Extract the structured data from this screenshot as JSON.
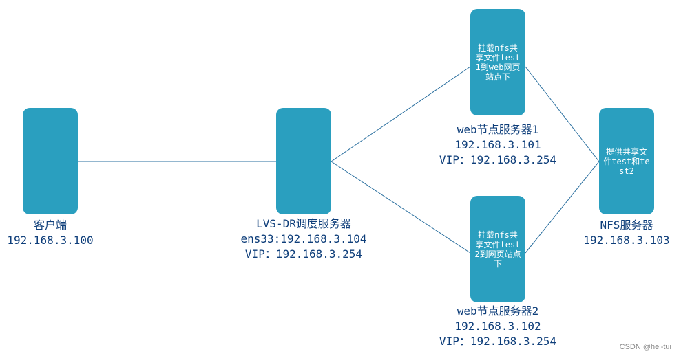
{
  "nodes": {
    "client": {
      "name": "客户端",
      "ip": "192.168.3.100"
    },
    "lvs": {
      "name": "LVS-DR调度服务器",
      "ens33": "ens33:192.168.3.104",
      "vip": "VIP：192.168.3.254"
    },
    "web1": {
      "box_text": "挂载nfs共享文件test1到web网页站点下",
      "name": "web节点服务器1",
      "ip": "192.168.3.101",
      "vip": "VIP：192.168.3.254"
    },
    "web2": {
      "box_text": "挂载nfs共享文件test2到网页站点下",
      "name": "web节点服务器2",
      "ip": "192.168.3.102",
      "vip": "VIP：192.168.3.254"
    },
    "nfs": {
      "box_text": "提供共享文件test和test2",
      "name": "NFS服务器",
      "ip": "192.168.3.103"
    }
  },
  "colors": {
    "node_fill": "#2a9fbf",
    "line": "#2a6f9f",
    "label_text": "#0e3e7a"
  },
  "watermark": "CSDN @hei-tui"
}
